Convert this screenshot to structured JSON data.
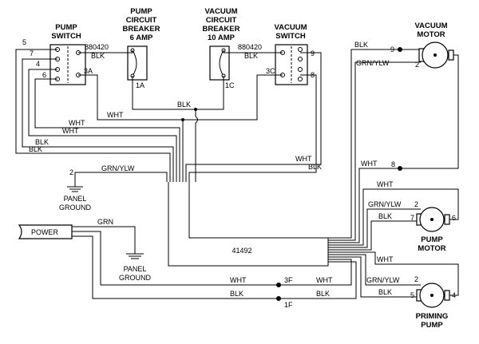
{
  "components": {
    "pump_switch": {
      "title_line1": "PUMP",
      "title_line2": "SWITCH",
      "terminal_5": "5",
      "terminal_7": "7",
      "terminal_4": "4",
      "terminal_6": "6",
      "terminal_3a": "3A"
    },
    "pump_breaker": {
      "title_line1": "PUMP",
      "title_line2": "CIRCUIT",
      "title_line3": "BREAKER",
      "title_line4": "6 AMP",
      "terminal": "1A"
    },
    "vacuum_breaker": {
      "title_line1": "VACUUM",
      "title_line2": "CIRCUIT",
      "title_line3": "BREAKER",
      "title_line4": "10 AMP",
      "terminal": "1C"
    },
    "vacuum_switch": {
      "title_line1": "VACUUM",
      "title_line2": "SWITCH",
      "terminal_9": "9",
      "terminal_8": "8",
      "terminal_3c": "3C"
    },
    "vacuum_motor": {
      "title_line1": "VACUUM",
      "title_line2": "MOTOR",
      "terminal_9": "9",
      "terminal_2": "2"
    },
    "pump_motor": {
      "title_line1": "PUMP",
      "title_line2": "MOTOR",
      "terminal_2": "2",
      "terminal_7": "7",
      "terminal_6": "6"
    },
    "priming_pump": {
      "title_line1": "PRIMING",
      "title_line2": "PUMP",
      "terminal_2": "2",
      "terminal_5": "5",
      "terminal_4": "4"
    },
    "panel_ground": {
      "line1": "PANEL",
      "line2": "GROUND",
      "terminal": "2"
    },
    "power": {
      "label": "POWER"
    },
    "ground": {
      "line1": "PANEL",
      "line2": "GROUND"
    },
    "harness": {
      "label": "41492"
    }
  },
  "wire_labels": {
    "part_a": "880420",
    "part_b": "880420",
    "blk_a": "BLK",
    "blk_b": "BLK",
    "blk_top": "BLK",
    "wht_top": "WHT",
    "wht_left1": "WHT",
    "wht_left2": "WHT",
    "blk_left1": "BLK",
    "blk_left2": "BLK",
    "wht_vs": "WHT",
    "blk_vs": "BLK",
    "grn_ylw_panel": "GRN/YLW",
    "blk_vm": "BLK",
    "grn_ylw_vm": "GRN/YLW",
    "wht_vm": "WHT",
    "node_8": "8",
    "wht_pm": "WHT",
    "grn_ylw_pm": "GRN/YLW",
    "blk_pm": "BLK",
    "wht_pp": "WHT",
    "grn_ylw_pp": "GRN/YLW",
    "blk_pp": "BLK",
    "grn_power": "GRN",
    "wht_3f_left": "WHT",
    "wht_3f_right": "WHT",
    "node_3f": "3F",
    "blk_1f_left": "BLK",
    "blk_1f_right": "BLK",
    "node_1f": "1F"
  }
}
